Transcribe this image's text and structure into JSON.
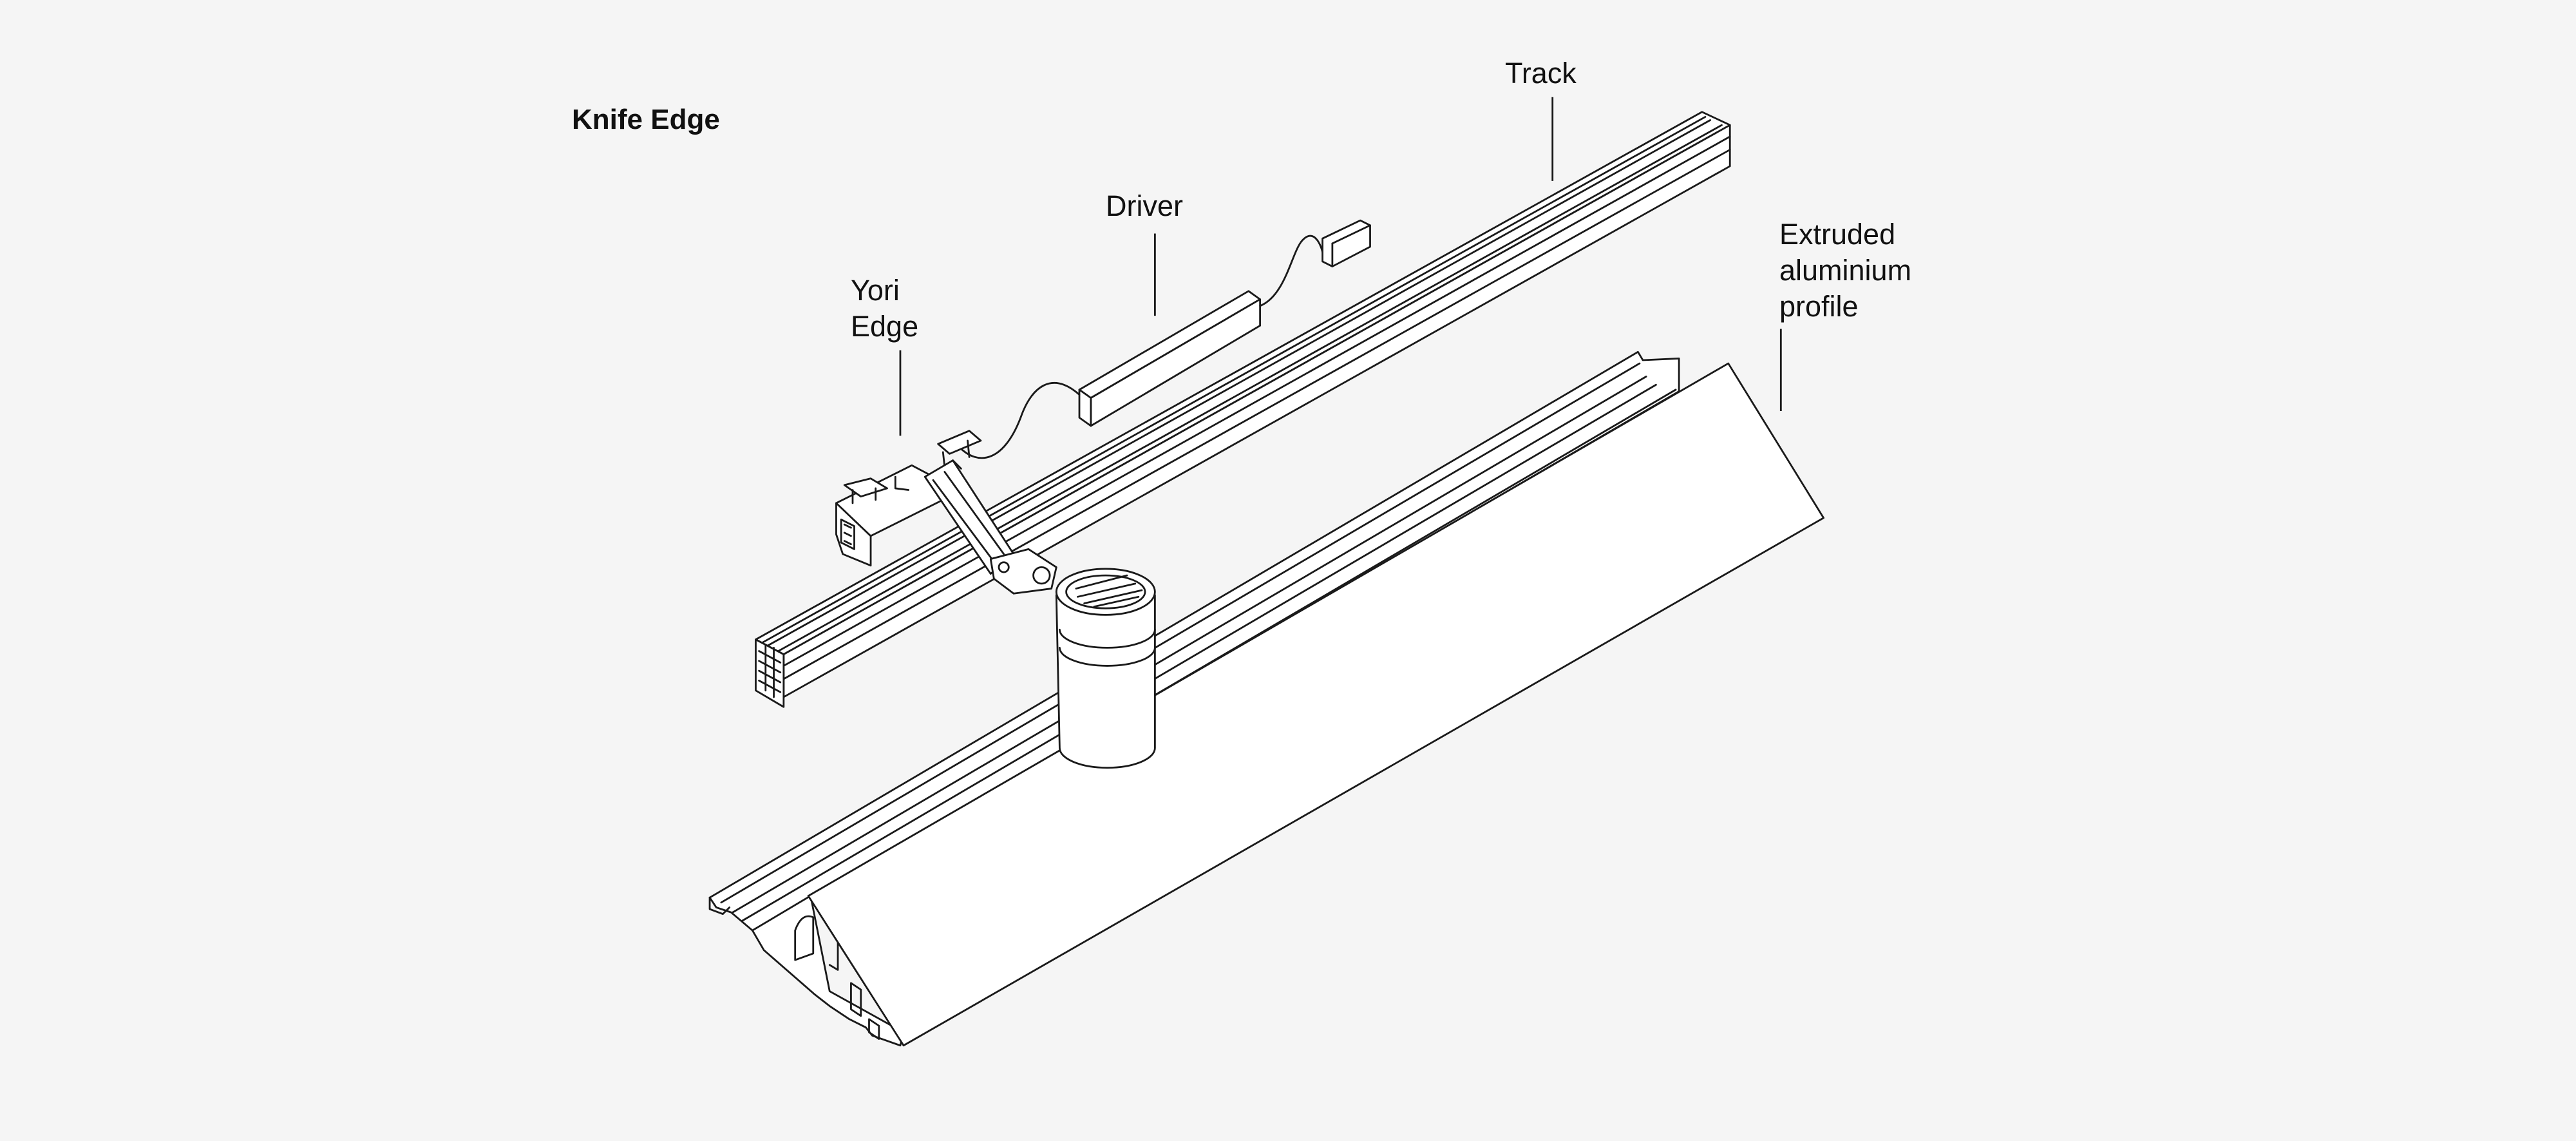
{
  "diagram": {
    "title": "Knife Edge",
    "labels": {
      "track": "Track",
      "driver": "Driver",
      "yori_edge": [
        "Yori",
        "Edge"
      ],
      "profile": [
        "Extruded",
        "aluminium",
        "profile"
      ]
    },
    "colors": {
      "background": "#f5f5f5",
      "line": "#1a1a1a",
      "fill": "#ffffff"
    }
  }
}
